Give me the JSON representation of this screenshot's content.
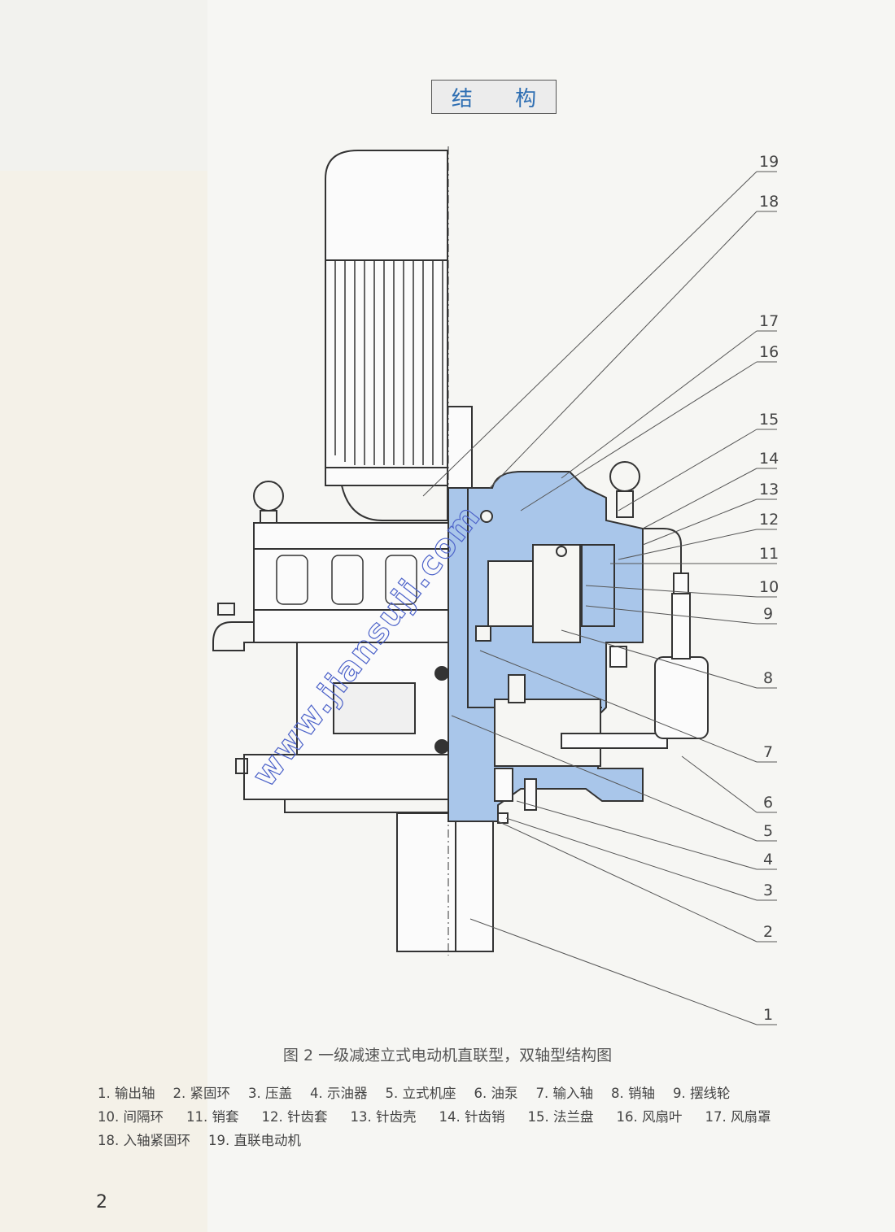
{
  "header": {
    "title": "结 构"
  },
  "figure": {
    "caption": "图 2 一级减速立式电动机直联型，双轴型结构图",
    "watermark": "www.jiansuji.com",
    "callouts": [
      "19",
      "18",
      "17",
      "16",
      "15",
      "14",
      "13",
      "12",
      "11",
      "10",
      "9",
      "8",
      "7",
      "6",
      "5",
      "4",
      "3",
      "2",
      "1"
    ]
  },
  "legend": {
    "row1": [
      "1. 输出轴",
      "2. 紧固环",
      "3. 压盖",
      "4. 示油器",
      "5. 立式机座",
      "6. 油泵",
      "7. 输入轴",
      "8. 销轴",
      "9. 摆线轮"
    ],
    "row2": [
      "10. 间隔环",
      "11. 销套",
      "12. 针齿套",
      "13. 针齿壳",
      "14. 针齿销",
      "15. 法兰盘",
      "16. 风扇叶",
      "17. 风扇罩"
    ],
    "row3": [
      "18. 入轴紧固环",
      "19. 直联电动机"
    ]
  },
  "page_number": "2",
  "colors": {
    "section_fill": "#a9c6ea",
    "title_text": "#2f6fb3",
    "watermark": "#4d63c9"
  }
}
